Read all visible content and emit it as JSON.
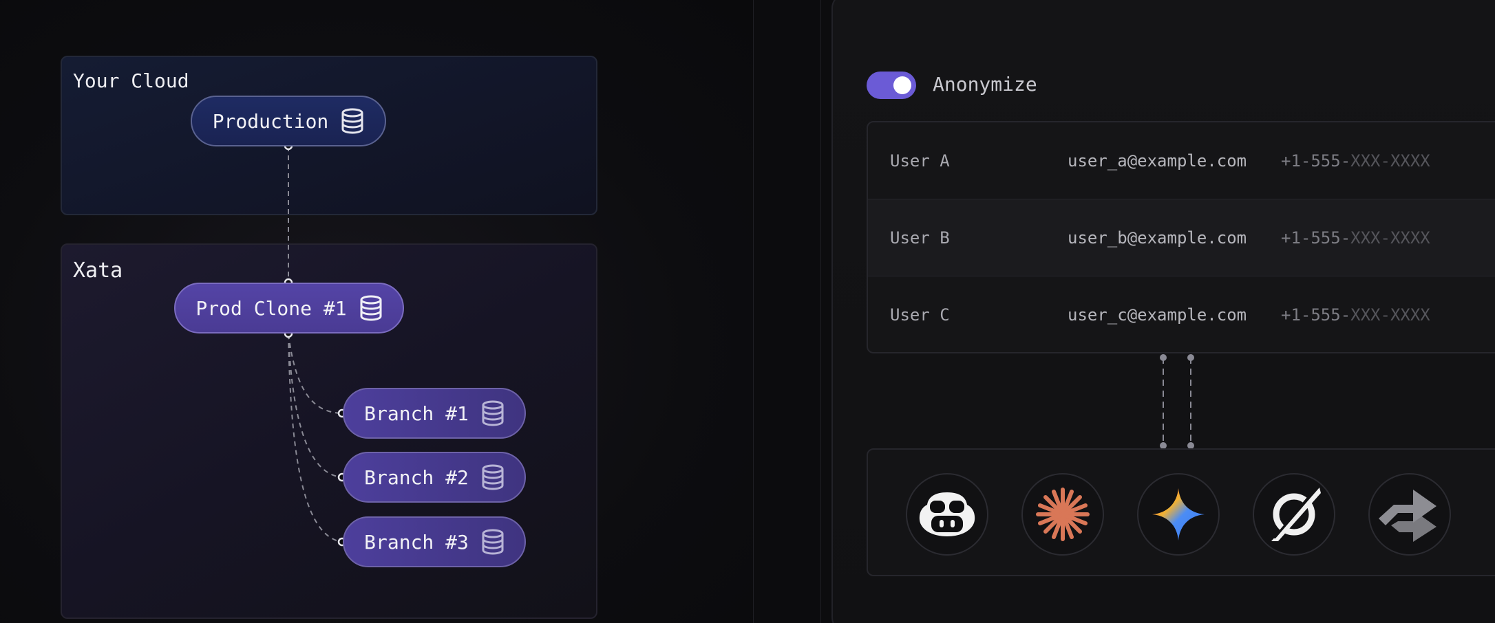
{
  "diagram": {
    "cloud_panel": {
      "title": "Your Cloud",
      "node": {
        "label": "Production",
        "icon": "database-icon"
      }
    },
    "xata_panel": {
      "title": "Xata",
      "clone": {
        "label": "Prod Clone #1",
        "icon": "database-icon"
      },
      "branches": [
        {
          "label": "Branch #1",
          "icon": "database-icon"
        },
        {
          "label": "Branch #2",
          "icon": "database-icon"
        },
        {
          "label": "Branch #3",
          "icon": "database-icon"
        }
      ]
    }
  },
  "anonymize": {
    "toggle_on": true,
    "label": "Anonymize",
    "accent": "#6b5bd6",
    "rows": [
      {
        "name": "User A",
        "email": "user_a@example.com",
        "phone_prefix": "+1-555-",
        "phone_mask": "XXX-XXXX"
      },
      {
        "name": "User B",
        "email": "user_b@example.com",
        "phone_prefix": "+1-555-",
        "phone_mask": "XXX-XXXX"
      },
      {
        "name": "User C",
        "email": "user_c@example.com",
        "phone_prefix": "+1-555-",
        "phone_mask": "XXX-XXXX"
      }
    ]
  },
  "agents": [
    "copilot-icon",
    "claude-icon",
    "gemini-icon",
    "cursor-icon",
    "windsurf-icon"
  ]
}
